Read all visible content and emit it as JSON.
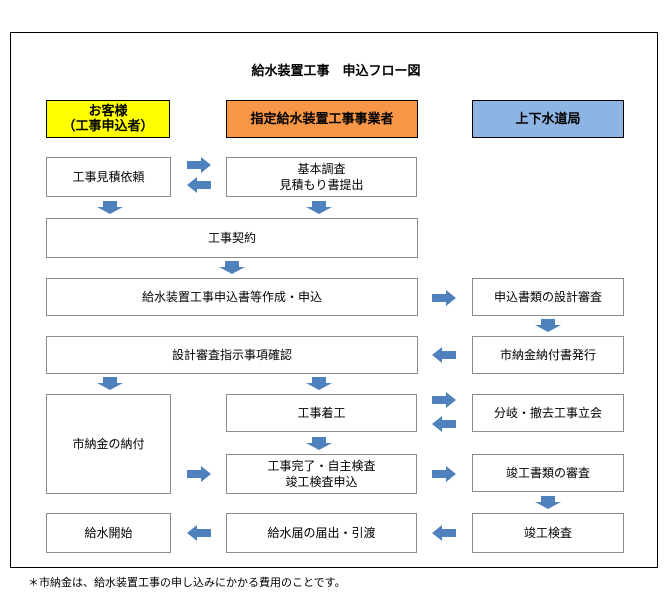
{
  "title": "給水装置工事　申込フロー図",
  "colors": {
    "customer": "#ffff00",
    "contractor": "#f79646",
    "bureau": "#8eb4e3",
    "arrow": "#4f81bd"
  },
  "headers": {
    "customer": "お客様\n（工事申込者）",
    "contractor": "指定給水装置工事事業者",
    "bureau": "上下水道局"
  },
  "steps": {
    "estimate_request": "工事見積依頼",
    "basic_survey": "基本調査\n見積もり書提出",
    "contract": "工事契約",
    "application": "給水装置工事申込書等作成・申込",
    "design_review": "申込書類の設計審査",
    "review_confirm": "設計審査指示事項確認",
    "fee_notice": "市納金納付書発行",
    "fee_payment": "市納金の納付",
    "construction_start": "工事着工",
    "branch_removal": "分岐・撤去工事立会",
    "completion": "工事完了・自主検査\n竣工検査申込",
    "completion_docs": "竣工書類の審査",
    "water_start": "給水開始",
    "handover": "給水届の届出・引渡",
    "final_inspection": "竣工検査"
  },
  "footnote": "＊市納金は、給水装置工事の申し込みにかかる費用のことです。"
}
